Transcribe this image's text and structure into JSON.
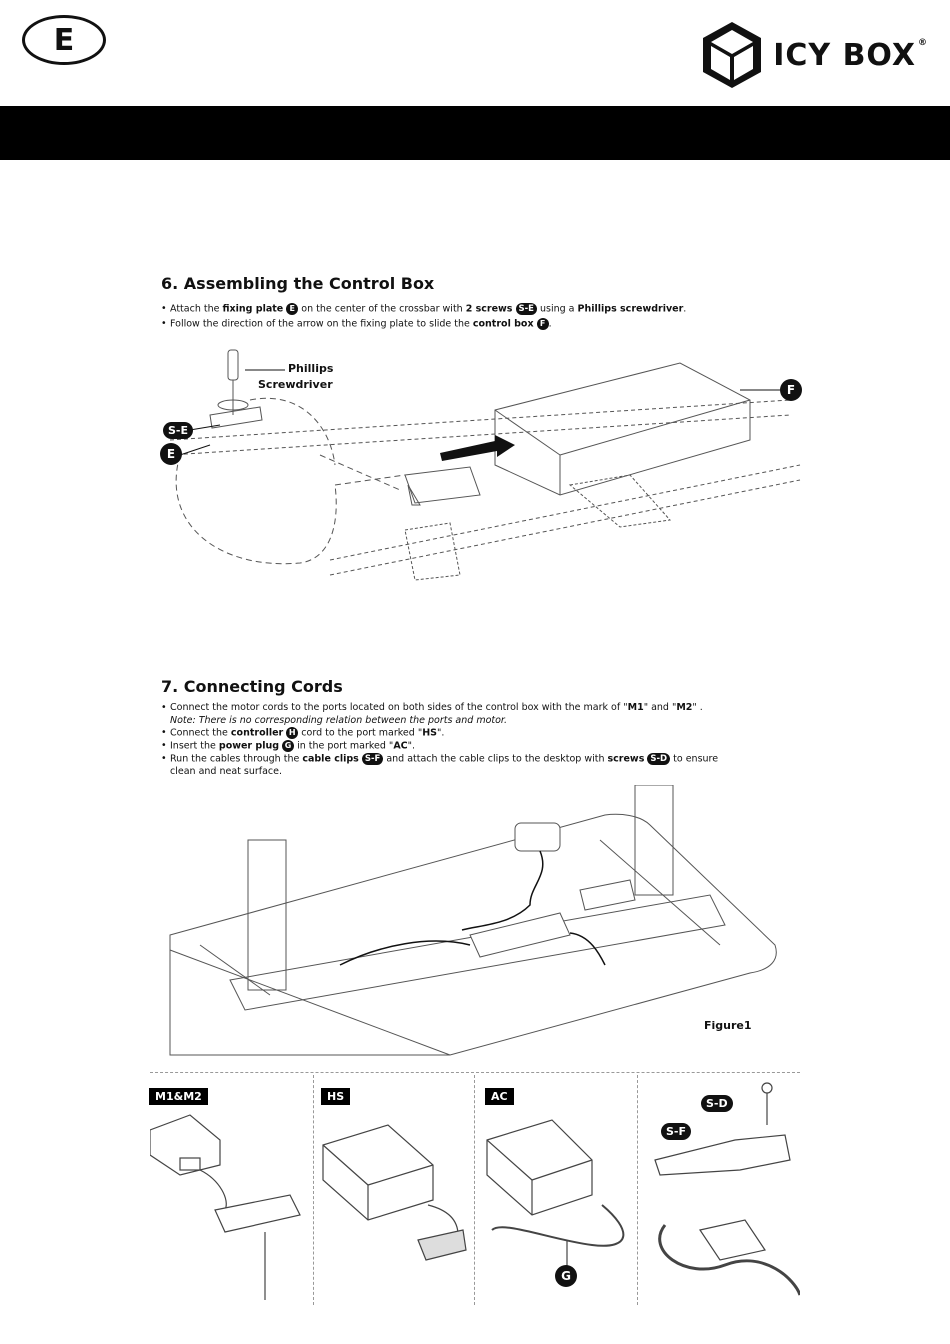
{
  "header": {
    "lang_badge": "E",
    "brand": "ICY BOX",
    "trademark": "®"
  },
  "section6": {
    "title": "6. Assembling the Control Box",
    "b1": {
      "t1": "Attach the ",
      "t2": "fixing plate",
      "b_e": "E",
      "t3": " on the center of the crossbar with ",
      "t4": "2 screws",
      "b_se": "S-E",
      "t5": " using a ",
      "t6": "Phillips screwdriver",
      "t7": "."
    },
    "b2": {
      "t1": "Follow the direction of the arrow on the fixing plate to slide the ",
      "t2": "control box",
      "b_f": "F",
      "t3": "."
    },
    "labels": {
      "phillips_1": "Phillips",
      "phillips_2": "Screwdriver",
      "badge_se": "S-E",
      "badge_e": "E",
      "badge_f": "F"
    }
  },
  "section7": {
    "title": "7. Connecting Cords",
    "b1": {
      "t1": "Connect the motor cords to the ports located on both sides of the control box with the mark of \"",
      "m1": "M1",
      "t2": "\" and \"",
      "m2": "M2",
      "t3": "\" ."
    },
    "note": "Note: There is no corresponding relation between the ports and motor.",
    "b2": {
      "t1": "Connect the ",
      "t2": "controller",
      "b_h": "H",
      "t3": " cord to the port marked \"",
      "hs": "HS",
      "t4": "\"."
    },
    "b3": {
      "t1": "Insert the ",
      "t2": "power plug",
      "b_g": "G",
      "t3": " in the port marked \"",
      "ac": "AC",
      "t4": "\"."
    },
    "b4": {
      "t1": "Run the cables through the ",
      "t2": "cable clips",
      "b_sf": "S-F",
      "t3": " and attach the cable clips to the desktop with ",
      "t4": "screws",
      "b_sd": "S-D",
      "t5": " to ensure",
      "t6": "clean and neat surface."
    },
    "figure_label": "Figure1",
    "panels": {
      "p1": "M1&M2",
      "p2": "HS",
      "p3": "AC",
      "badge_g": "G",
      "badge_sd": "S-D",
      "badge_sf": "S-F"
    }
  },
  "colors": {
    "ink": "#111111",
    "line": "#555555",
    "dashed": "#999999"
  }
}
